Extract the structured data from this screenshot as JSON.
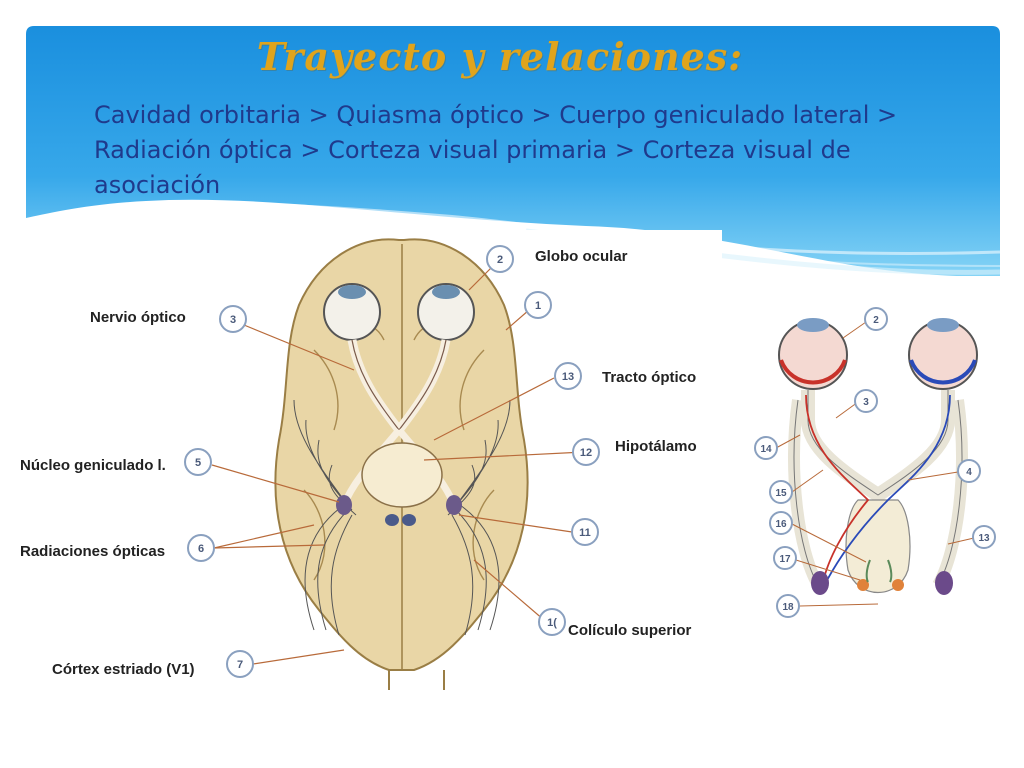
{
  "slide": {
    "title": "Trayecto y relaciones:",
    "subtitle": "Cavidad orbitaria > Quiasma óptico > Cuerpo geniculado lateral > Radiación óptica > Corteza visual primaria > Corteza visual de asociación"
  },
  "brain_figure": {
    "labels": {
      "globo_ocular": "Globo ocular",
      "nervio_optico": "Nervio óptico",
      "tracto_optico": "Tracto óptico",
      "hipotalamo": "Hipotálamo",
      "nucleo_geniculado": "Núcleo geniculado l.",
      "radiaciones_opticas": "Radiaciones ópticas",
      "coliculo_superior": "Colículo superior",
      "cortex_estriado": "Córtex estriado (V1)"
    },
    "markers": [
      "2",
      "1",
      "3",
      "13",
      "12",
      "5",
      "11",
      "6",
      "1(",
      "7"
    ]
  },
  "schematic_figure": {
    "markers": [
      "2",
      "3",
      "14",
      "4",
      "15",
      "16",
      "13",
      "17",
      "18"
    ]
  },
  "colors": {
    "banner_top": "#1a8fde",
    "banner_bottom": "#7fd0f5",
    "title": "#e0a41c",
    "subtitle": "#1f3a8c",
    "brain_tissue": "#e9d6a6",
    "marker": "#4a5a7a"
  }
}
